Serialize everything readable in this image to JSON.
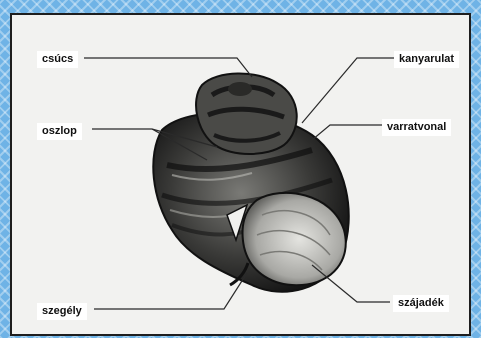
{
  "labels": {
    "apex": "csúcs",
    "columella": "oszlop",
    "margin": "szegély",
    "whorl": "kanyarulat",
    "suture": "varratvonal",
    "aperture": "szájadék"
  },
  "colors": {
    "frame": "#6fb3e6",
    "panel": "#f2f2f0",
    "shell_dark": "#1c1c1c",
    "shell_light": "#d6d6d2"
  }
}
